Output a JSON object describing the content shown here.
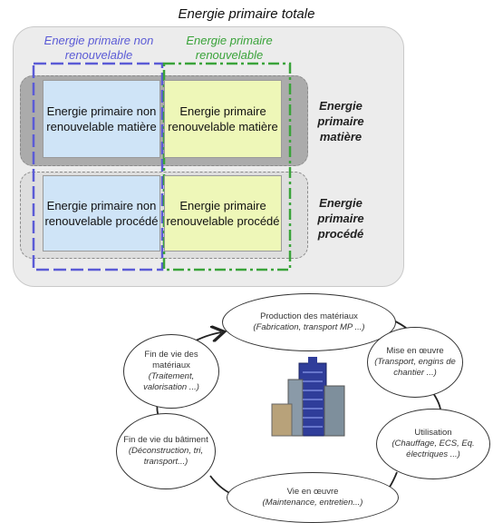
{
  "title": "Energie primaire totale",
  "headers": {
    "non_renouvelable": "Energie primaire non renouvelable",
    "renouvelable": "Energie primaire renouvelable"
  },
  "cells": {
    "nr_matiere": "Energie primaire non renouvelable matière",
    "r_matiere": "Energie primaire renouvelable matière",
    "nr_procede": "Energie primaire non renouvelable procédé",
    "r_procede": "Energie primaire renouvelable procédé"
  },
  "row_labels": {
    "matiere": "Energie primaire matière",
    "procede": "Energie primaire procédé"
  },
  "colors": {
    "non_renouvelable_border": "#5b5bd6",
    "renouvelable_border": "#3aa33a"
  },
  "cycle": [
    {
      "title": "Production des matériaux",
      "sub": "(Fabrication, transport MP ...)"
    },
    {
      "title": "Mise en œuvre",
      "sub": "(Transport, engins de chantier ...)"
    },
    {
      "title": "Utilisation",
      "sub": "(Chauffage, ECS, Eq. électriques ...)"
    },
    {
      "title": "Vie en œuvre",
      "sub": "(Maintenance, entretien...)"
    },
    {
      "title": "Fin de vie du bâtiment",
      "sub": "(Déconstruction, tri, transport...)"
    },
    {
      "title": "Fin de vie des matériaux",
      "sub": "(Traitement, valorisation ...)"
    }
  ],
  "center_icon": "building-icon"
}
